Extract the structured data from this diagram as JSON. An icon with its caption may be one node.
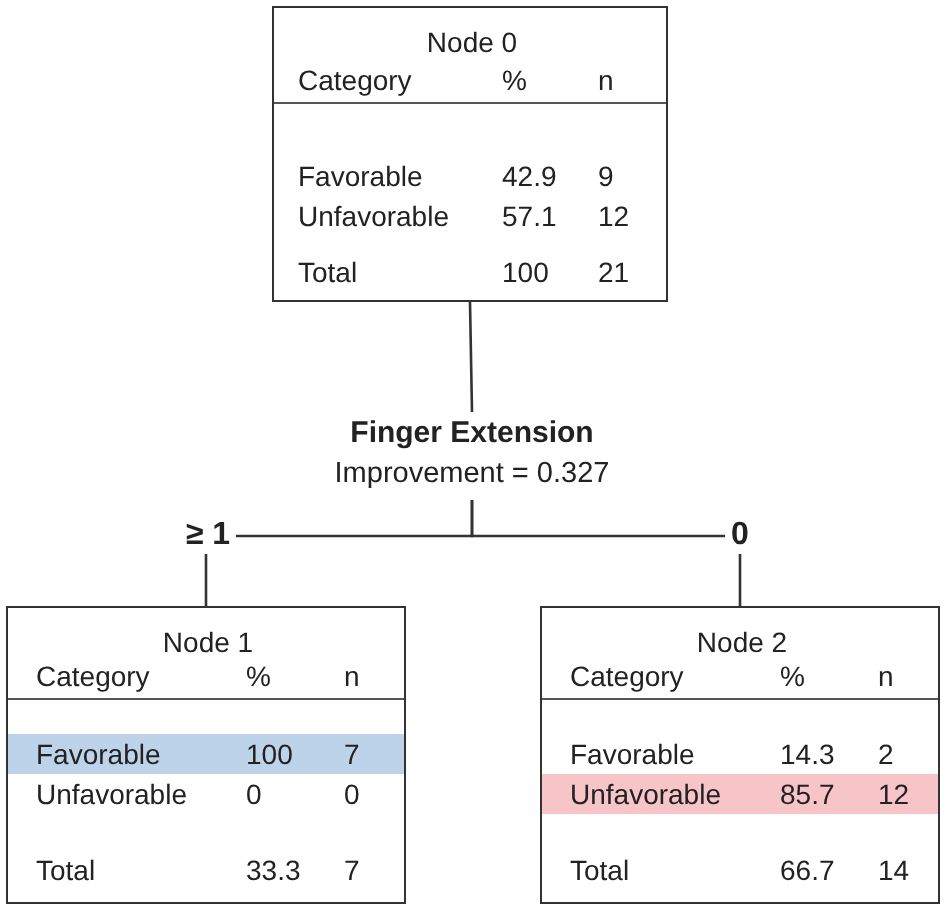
{
  "diagram": {
    "nodes": [
      {
        "text": [
          "Node 0",
          "Category",
          "%",
          "n",
          "Favorable",
          "42.9",
          "9",
          "Unfavorable",
          "57.1",
          "12",
          "Total",
          "100",
          "21"
        ]
      },
      {
        "text": [
          "Node 1",
          "Category",
          "%",
          "n",
          "Favorable",
          "100",
          "7",
          "Unfavorable",
          "0",
          "0",
          "Total",
          "33.3",
          "7"
        ]
      },
      {
        "text": [
          "Node 2",
          "Category",
          "%",
          "n",
          "Favorable",
          "14.3",
          "2",
          "Unfavorable",
          "85.7",
          "12",
          "Total",
          "66.7",
          "14"
        ]
      },
      {
        "text": [
          "Finger Extension",
          "Improvement = 0.327"
        ]
      }
    ],
    "edges": [
      {
        "from": 0,
        "to": 3,
        "arrow": "none"
      },
      {
        "from": 3,
        "to": 1,
        "arrow": "none",
        "label": "≥ 1"
      },
      {
        "from": 3,
        "to": 2,
        "arrow": "none",
        "label": "0"
      }
    ]
  }
}
